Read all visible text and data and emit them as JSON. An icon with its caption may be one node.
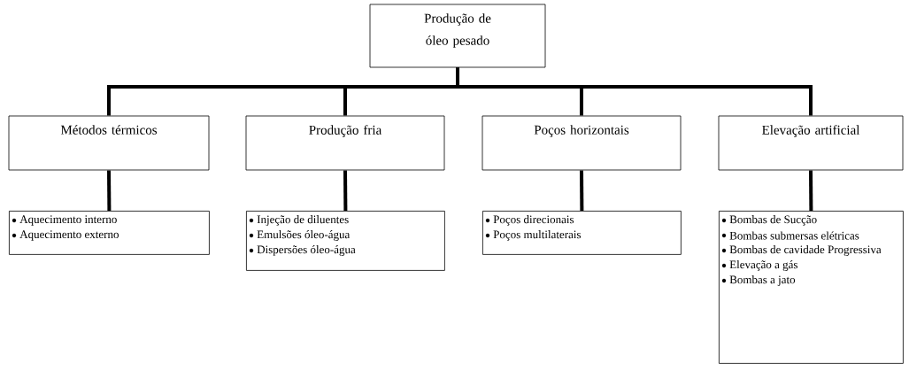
{
  "diagram": {
    "nodes": [
      {
        "text": [
          "Produção de óleo pesado"
        ]
      },
      {
        "text": [
          "Métodos térmicos"
        ]
      },
      {
        "text": [
          "Produção fria"
        ]
      },
      {
        "text": [
          "Poços horizontais"
        ]
      },
      {
        "text": [
          "Elevação artificial"
        ]
      },
      {
        "text": [
          "Aquecimento interno",
          "Aquecimento externo"
        ]
      },
      {
        "text": [
          "Injeção de diluentes",
          "Emulsões óleo-água",
          "Dispersões óleo-água"
        ]
      },
      {
        "text": [
          "Poços direcionais",
          "Poços multilaterais"
        ]
      },
      {
        "text": [
          "Bombas de Sucção",
          "Bombas submersas elétricas",
          "Bombas de cavidade Progressiva",
          "Elevação a gás",
          "Bombas a jato"
        ]
      }
    ],
    "edges": [
      {
        "from": 0,
        "to": 1,
        "arrow": "none"
      },
      {
        "from": 0,
        "to": 2,
        "arrow": "none"
      },
      {
        "from": 0,
        "to": 3,
        "arrow": "none"
      },
      {
        "from": 0,
        "to": 4,
        "arrow": "none"
      },
      {
        "from": 1,
        "to": 5,
        "arrow": "none"
      },
      {
        "from": 2,
        "to": 6,
        "arrow": "none"
      },
      {
        "from": 3,
        "to": 7,
        "arrow": "none"
      },
      {
        "from": 4,
        "to": 8,
        "arrow": "none"
      }
    ]
  }
}
